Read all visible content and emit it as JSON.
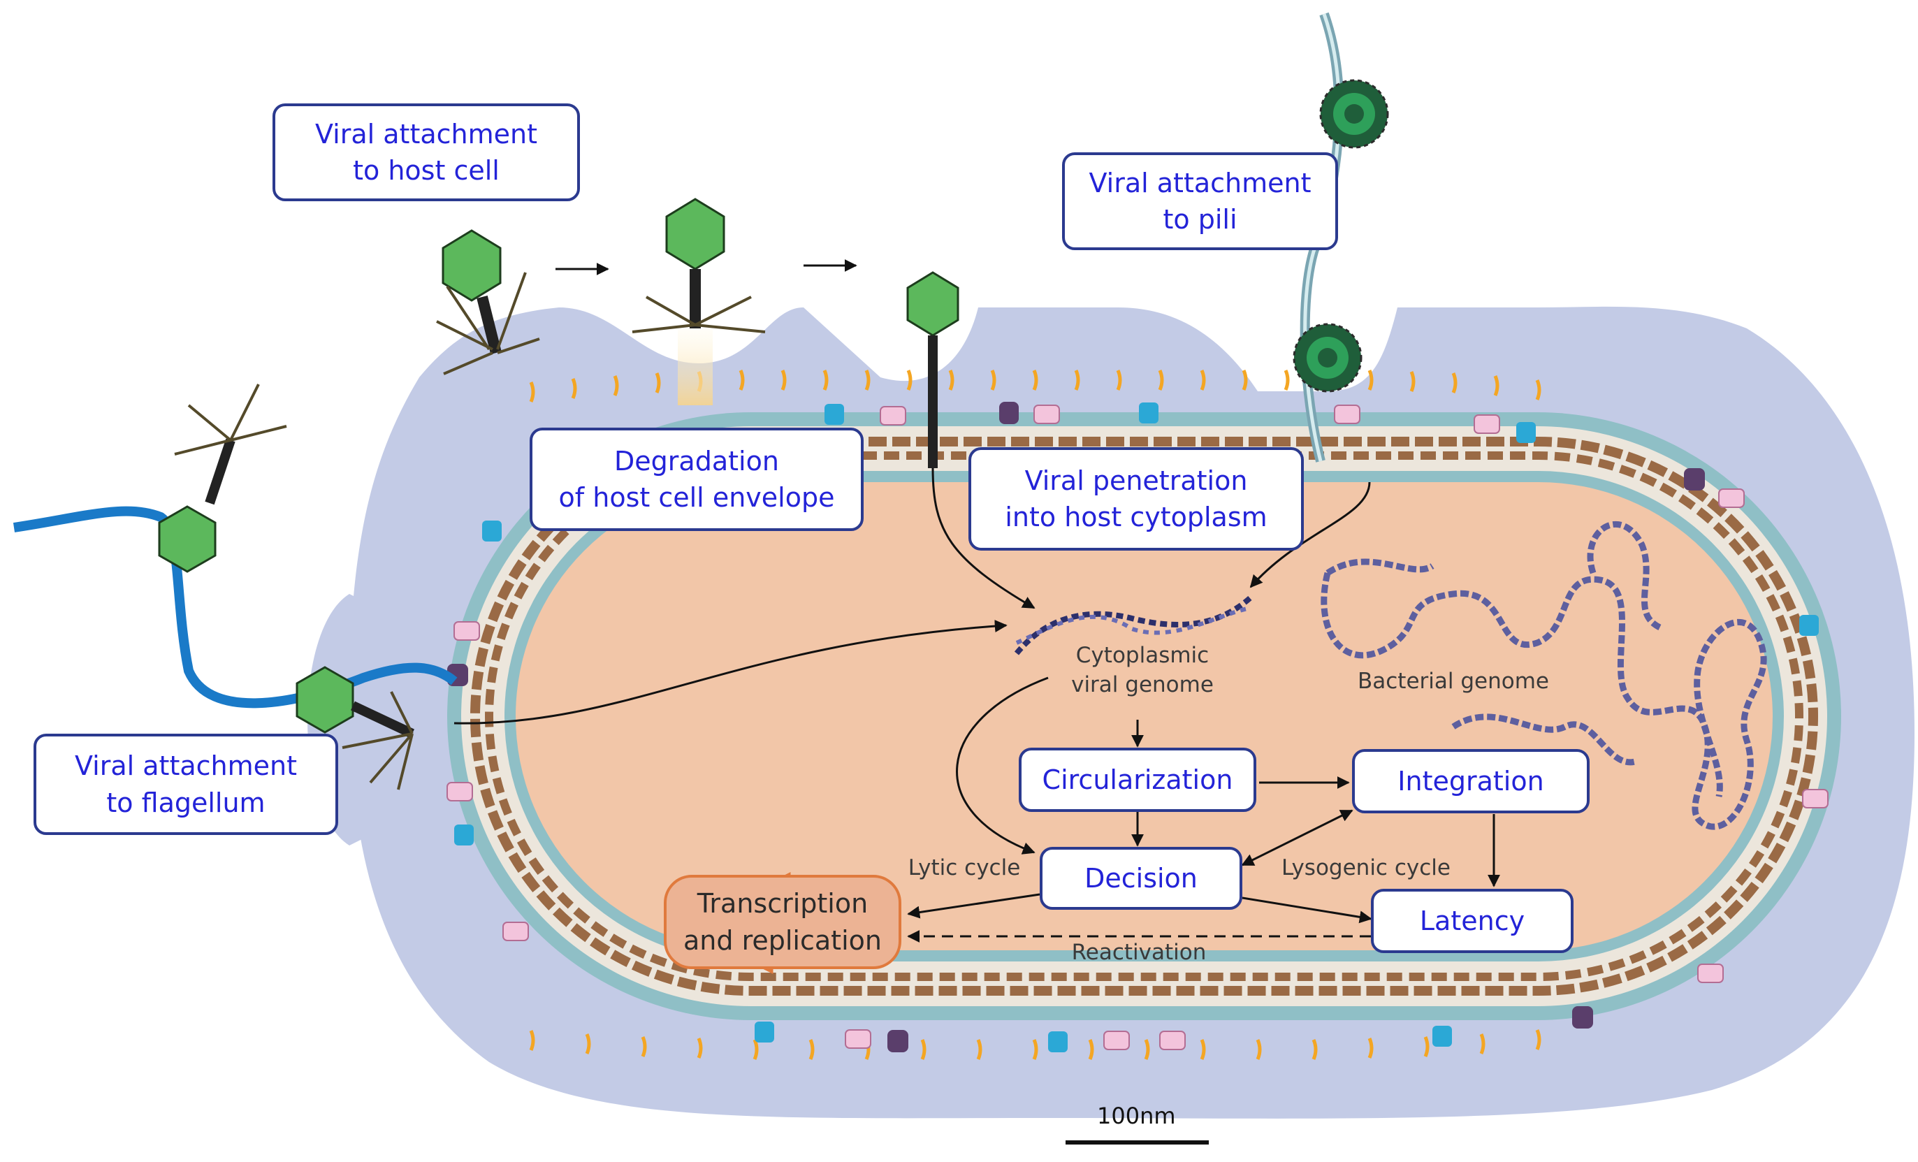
{
  "boxes": {
    "attach_host": "Viral attachment\nto host cell",
    "attach_pili": "Viral attachment\nto pili",
    "degradation": "Degradation\nof host cell envelope",
    "penetration": "Viral penetration\ninto host cytoplasm",
    "attach_flagellum": "Viral attachment\nto flagellum",
    "circularization": "Circularization",
    "integration": "Integration",
    "decision": "Decision",
    "latency": "Latency",
    "transcription": "Transcription\nand replication"
  },
  "labels": {
    "cyto_genome": "Cytoplasmic\nviral genome",
    "bacterial_genome": "Bacterial genome",
    "lytic": "Lytic cycle",
    "lysogenic": "Lysogenic cycle",
    "reactivation": "Reactivation",
    "scale": "100nm"
  },
  "colors": {
    "capsule": "#c3cbe6",
    "cytoplasm": "#f2c6a8",
    "membrane": "#8fbfc6",
    "peptidoglycan": "#9a6a45",
    "phage_head": "#5cb85c",
    "flagellum": "#1a7ac8",
    "box_border": "#2b3a8f",
    "box_text": "#2323d8",
    "orange": "#e07a3d"
  }
}
